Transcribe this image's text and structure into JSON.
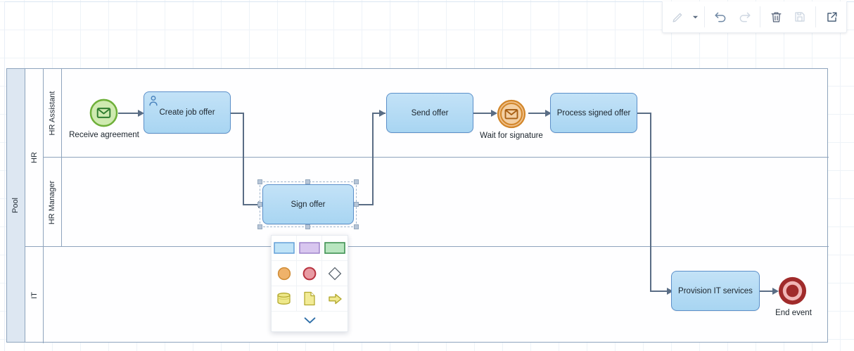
{
  "toolbar": {
    "buttons": [
      {
        "name": "edit-style-icon",
        "label": "Edit style",
        "state": "disabled"
      },
      {
        "name": "chevron-down-icon",
        "label": "Style options",
        "state": "enabled"
      },
      {
        "name": "undo-icon",
        "label": "Undo",
        "state": "enabled"
      },
      {
        "name": "redo-icon",
        "label": "Redo",
        "state": "disabled"
      },
      {
        "name": "trash-icon",
        "label": "Delete",
        "state": "enabled"
      },
      {
        "name": "save-icon",
        "label": "Save",
        "state": "disabled"
      },
      {
        "name": "open-external-icon",
        "label": "Open in new window",
        "state": "enabled"
      }
    ]
  },
  "diagram": {
    "pool": {
      "label": "Pool",
      "lanes": [
        {
          "label": "HR",
          "sublanes": [
            {
              "label": "HR Assistant"
            },
            {
              "label": "HR Manager"
            }
          ]
        },
        {
          "label": "IT"
        }
      ]
    },
    "nodes": [
      {
        "id": "receive-agreement",
        "type": "start-event-message",
        "label": "Receive agreement",
        "lane": "HR Assistant",
        "color": "#8cc63f"
      },
      {
        "id": "create-job-offer",
        "type": "user-task",
        "label": "Create job offer",
        "lane": "HR Assistant"
      },
      {
        "id": "sign-offer",
        "type": "task",
        "label": "Sign offer",
        "lane": "HR Manager",
        "selected": true
      },
      {
        "id": "send-offer",
        "type": "task",
        "label": "Send offer",
        "lane": "HR Assistant"
      },
      {
        "id": "wait-for-signature",
        "type": "intermediate-catch-message",
        "label": "Wait for signature",
        "lane": "HR Assistant",
        "color": "#e08e2a"
      },
      {
        "id": "process-signed-offer",
        "type": "task",
        "label": "Process signed offer",
        "lane": "HR Assistant"
      },
      {
        "id": "provision-it-services",
        "type": "task",
        "label": "Provision IT services",
        "lane": "IT"
      },
      {
        "id": "end-event",
        "type": "end-event",
        "label": "End event",
        "lane": "IT",
        "color": "#a82a2a"
      }
    ]
  },
  "palette": {
    "items": [
      {
        "name": "shape-rectangle-blue",
        "label": "Task (blue)",
        "fill": "#bfe3f7",
        "stroke": "#5b9bd5"
      },
      {
        "name": "shape-rectangle-purple",
        "label": "Task (purple)",
        "fill": "#d8c6ef",
        "stroke": "#9b7fc9"
      },
      {
        "name": "shape-rectangle-green",
        "label": "Task (green)",
        "fill": "#b8e5bf",
        "stroke": "#4a9b5c"
      },
      {
        "name": "shape-circle-orange",
        "label": "Event (orange)",
        "fill": "#efb26a",
        "stroke": "#cf8b34"
      },
      {
        "name": "shape-circle-red",
        "label": "End event (red)",
        "fill": "#e89ba3",
        "stroke": "#b8323f"
      },
      {
        "name": "shape-diamond-gateway",
        "label": "Gateway",
        "fill": "#ffffff",
        "stroke": "#5c6670"
      },
      {
        "name": "shape-data-store",
        "label": "Data store",
        "fill": "#eee88a",
        "stroke": "#b3a92e"
      },
      {
        "name": "shape-data-object",
        "label": "Data object",
        "fill": "#f2eb96",
        "stroke": "#b3a92e"
      },
      {
        "name": "shape-arrow",
        "label": "Arrow",
        "fill": "#f0e88f",
        "stroke": "#b3a92e"
      }
    ],
    "more": {
      "name": "chevron-down-icon",
      "label": "More shapes"
    }
  }
}
